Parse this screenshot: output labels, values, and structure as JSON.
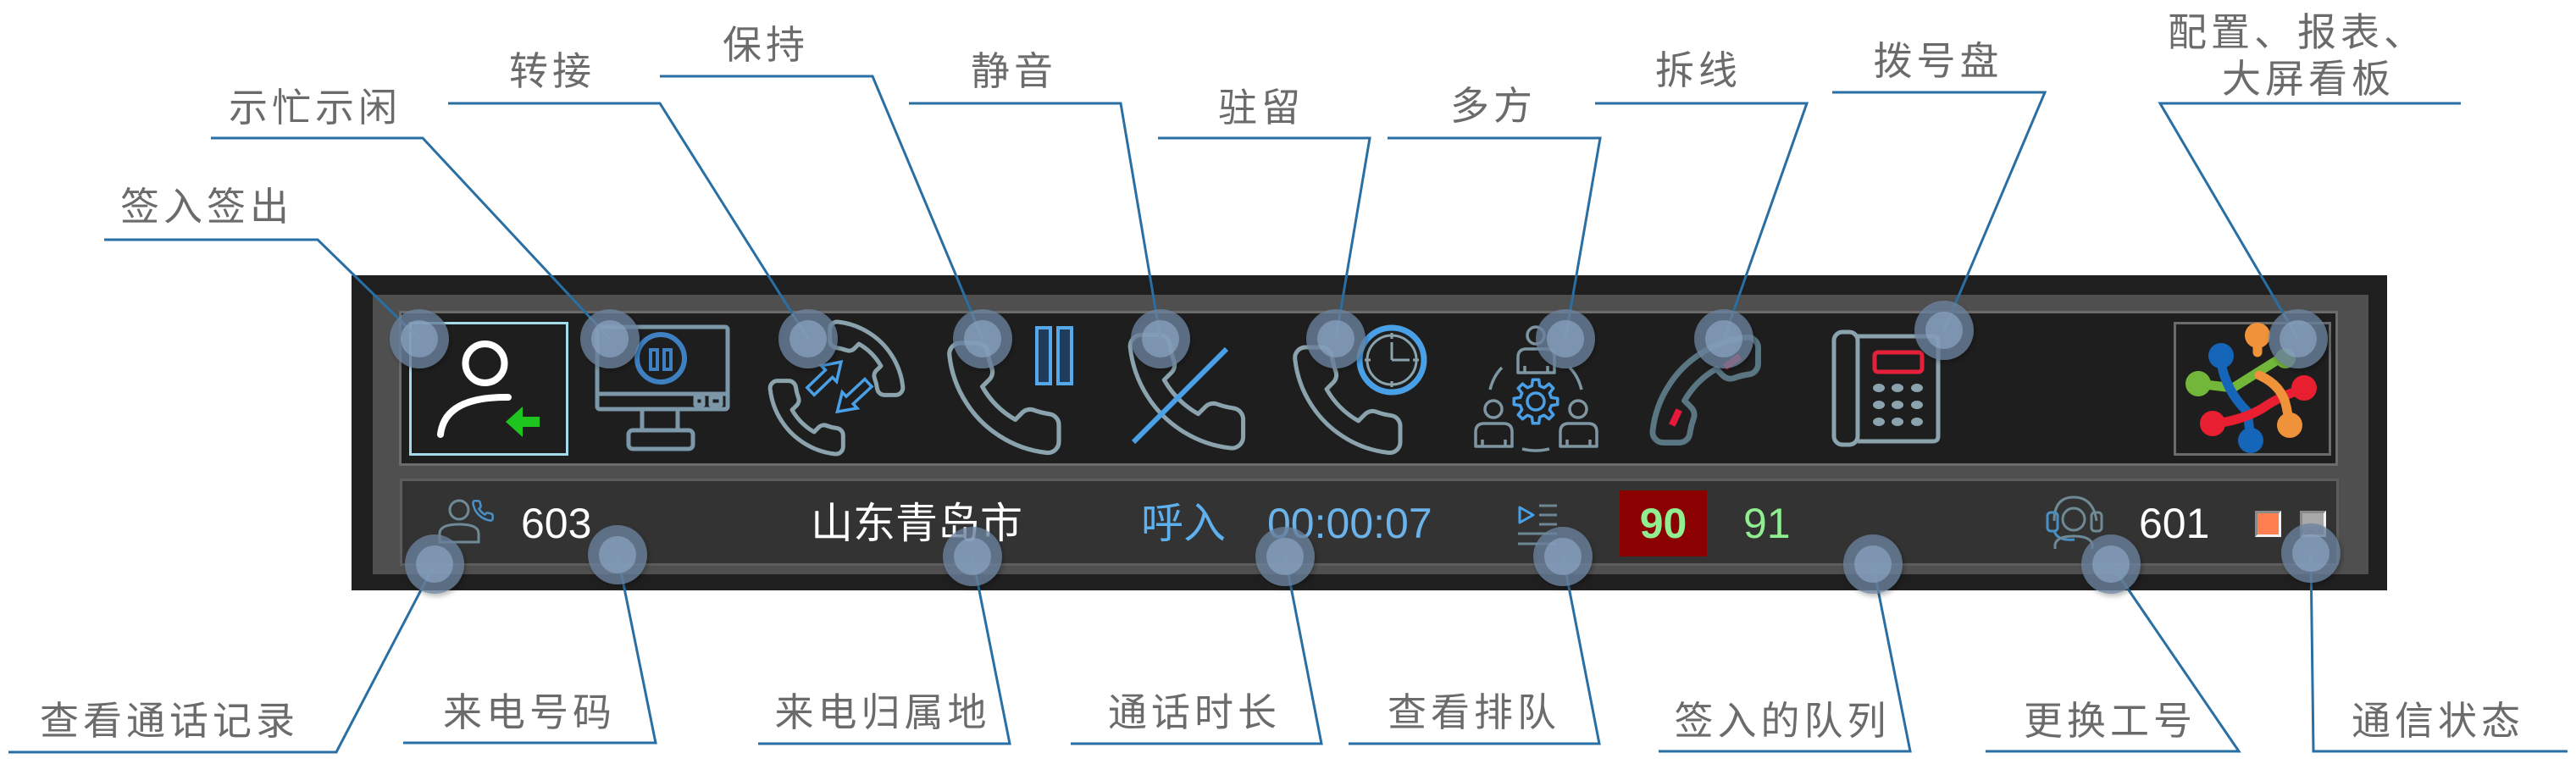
{
  "toolbar": {
    "buttons": [
      {
        "icon": "user-sign-in-icon",
        "selected": true
      },
      {
        "icon": "monitor-pause-icon",
        "selected": false
      },
      {
        "icon": "phone-transfer-icon",
        "selected": false
      },
      {
        "icon": "phone-hold-icon",
        "selected": false
      },
      {
        "icon": "phone-mute-icon",
        "selected": false
      },
      {
        "icon": "phone-park-clock-icon",
        "selected": false
      },
      {
        "icon": "conference-gear-icon",
        "selected": false
      },
      {
        "icon": "phone-hangup-icon",
        "selected": false
      },
      {
        "icon": "desk-phone-dialpad-icon",
        "selected": false
      },
      {
        "icon": "pinwheel-logo-icon",
        "selected": false
      }
    ]
  },
  "status_bar": {
    "call_record_icon": "person-phone-icon",
    "caller_number": "603",
    "caller_location": "山东青岛市",
    "call_direction": "呼入",
    "call_duration": "00:00:07",
    "queue_icon": "queue-list-icon",
    "queues": [
      {
        "id": "90",
        "highlighted": true
      },
      {
        "id": "91",
        "highlighted": false
      }
    ],
    "agent_icon": "headset-agent-icon",
    "agent_id": "601",
    "connection_indicators": [
      {
        "color": "#ff7f50"
      },
      {
        "color": "#a9a9a9"
      }
    ]
  },
  "annotations": {
    "top": [
      {
        "label": "签入签出"
      },
      {
        "label": "示忙示闲"
      },
      {
        "label": "转接"
      },
      {
        "label": "保持"
      },
      {
        "label": "静音"
      },
      {
        "label": "驻留"
      },
      {
        "label": "多方"
      },
      {
        "label": "拆线"
      },
      {
        "label": "拨号盘"
      },
      {
        "label_lines": [
          "配置、报表、",
          "大屏看板"
        ]
      }
    ],
    "bottom": [
      {
        "label": "查看通话记录"
      },
      {
        "label": "来电号码"
      },
      {
        "label": "来电归属地"
      },
      {
        "label": "通话时长"
      },
      {
        "label": "查看排队"
      },
      {
        "label": "签入的队列"
      },
      {
        "label": "更换工号"
      },
      {
        "label": "通信状态"
      }
    ]
  },
  "colors": {
    "frame": "#1f1f1f",
    "panel": "#4f4f4f",
    "toolbar_bg": "#1e1e1e",
    "statusbar_bg": "#333333",
    "icon_gray": "#8aa3ad",
    "icon_blue": "#4aa0e6",
    "signin_border": "#a6dbeb",
    "signin_arrow": "#1ec51e",
    "hangup_red": "#e8183a",
    "call_direction_text": "#5eb1ee",
    "duration_text": "#6cb3ea",
    "queue_active_bg": "#8b0000",
    "queue_text": "#90ee90",
    "callout_line": "#2a6fa3",
    "callout_text": "#6b6b6b"
  }
}
